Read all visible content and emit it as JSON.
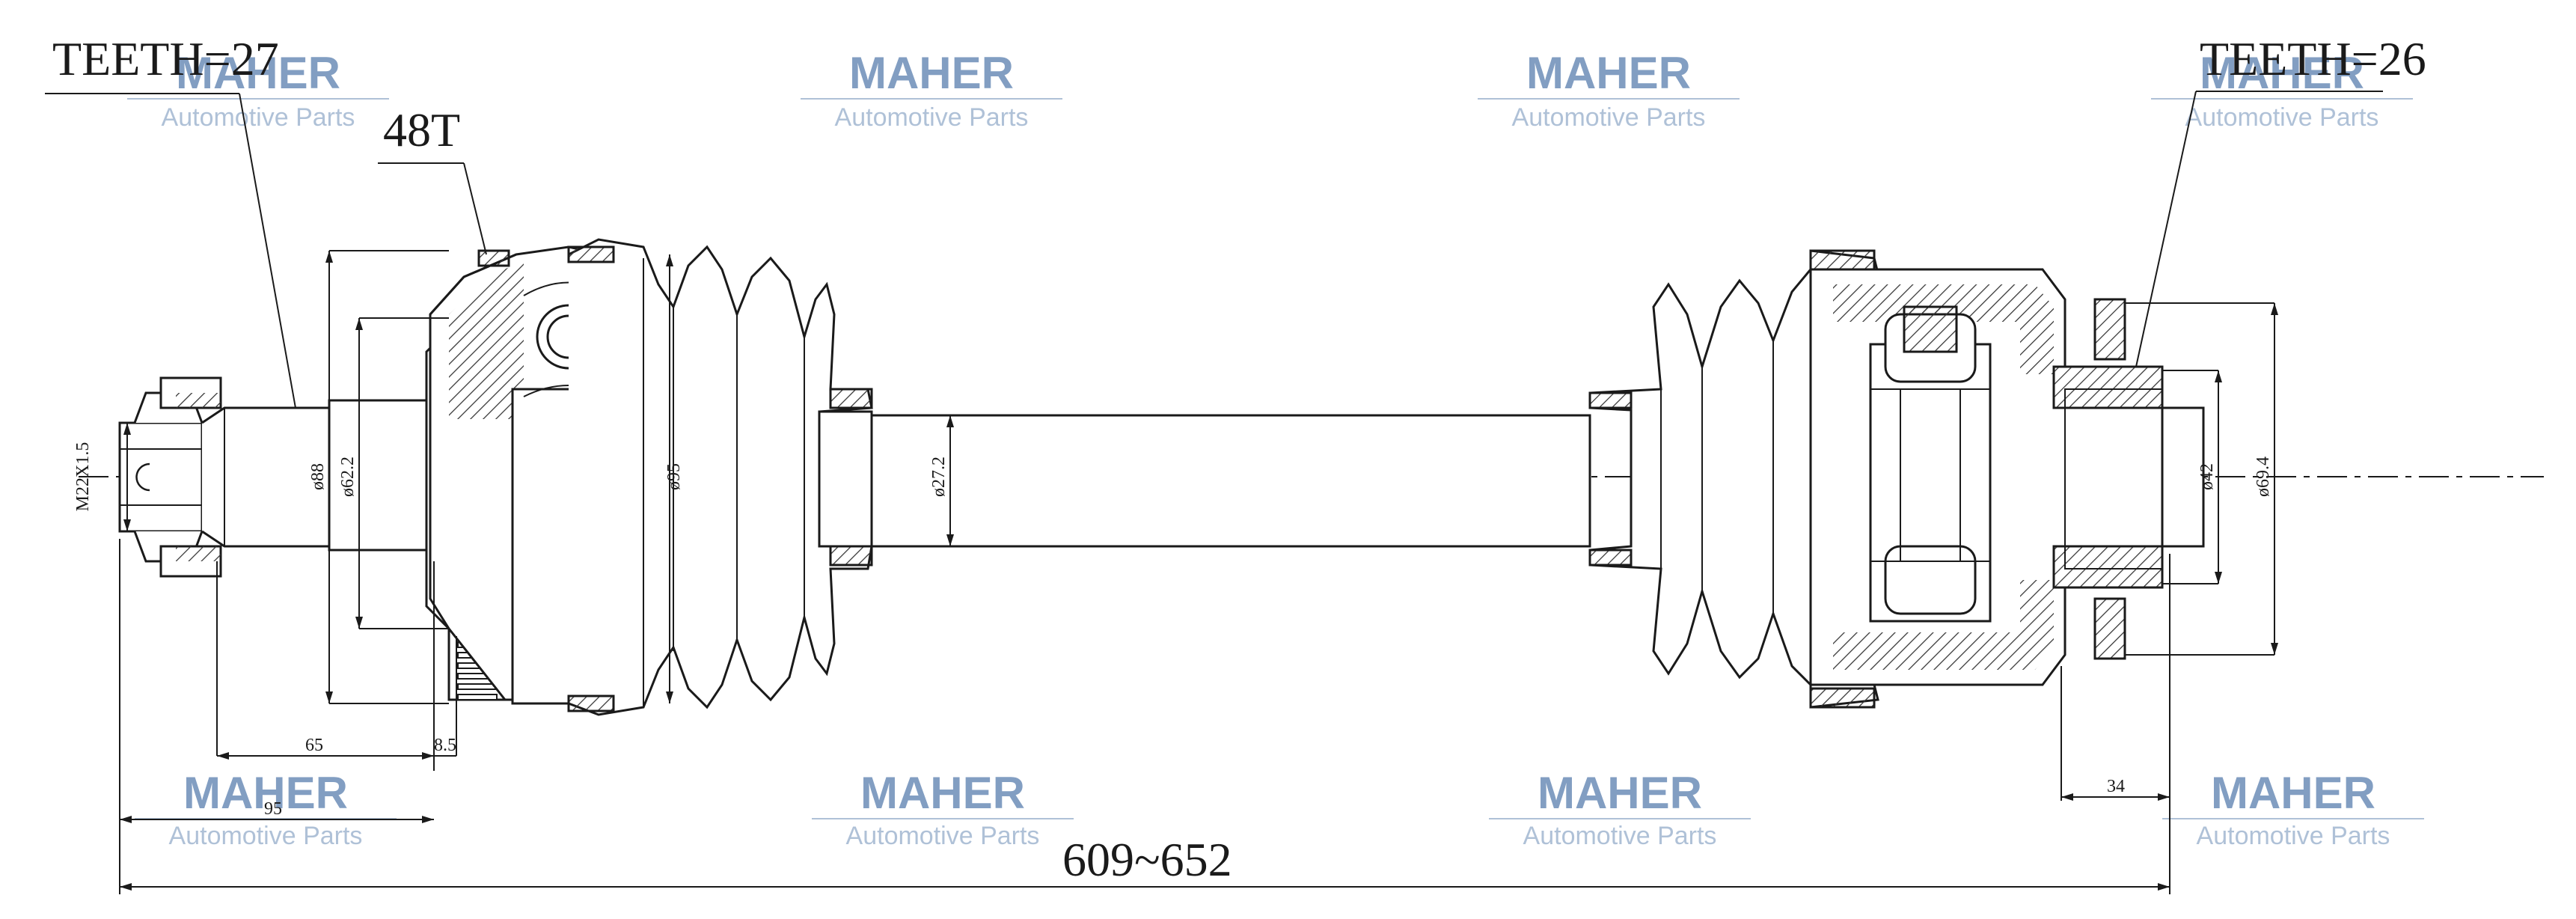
{
  "labels": {
    "teeth_left": "TEETH=27",
    "teeth_right": "TEETH=26",
    "abs_ring": "48T",
    "length": "609~652"
  },
  "dimensions": {
    "thread": "M22X1.5",
    "d_seat": "ø88",
    "d_flange": "ø62.2",
    "d_boot": "ø95",
    "d_shaft": "ø27.2",
    "d_tripod": "ø42",
    "d_housing": "ø69.4",
    "len_65": "65",
    "len_95": "95",
    "len_8_5": "8.5",
    "len_34": "34"
  },
  "watermark": {
    "brand": "MAHER",
    "tagline": "Automotive Parts",
    "brand_color": "#1d4f91",
    "tagline_color": "#6f8fb8"
  },
  "colors": {
    "line": "#1a1a1a",
    "hatch": "#333333"
  }
}
